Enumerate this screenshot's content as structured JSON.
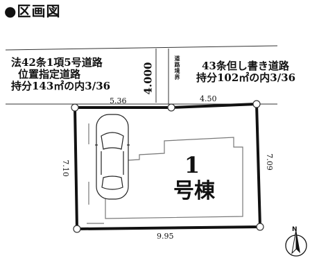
{
  "title": "●区画図",
  "left_road": {
    "line1": "法42条1項5号道路",
    "line2": "位置指定道路",
    "line3": "持分143㎡の内3/36"
  },
  "right_road": {
    "line1": "43条但し書き道路",
    "line2": "持分102㎡の内3/36"
  },
  "road_width": "4.000",
  "road_boundary_label": "道路境界",
  "dimensions": {
    "top_left": "5.36",
    "top_right": "4.50",
    "left": "7.10",
    "right": "7.09",
    "bottom": "9.95"
  },
  "building": {
    "number": "1",
    "name": "号棟"
  },
  "compass": {
    "label": "N"
  }
}
